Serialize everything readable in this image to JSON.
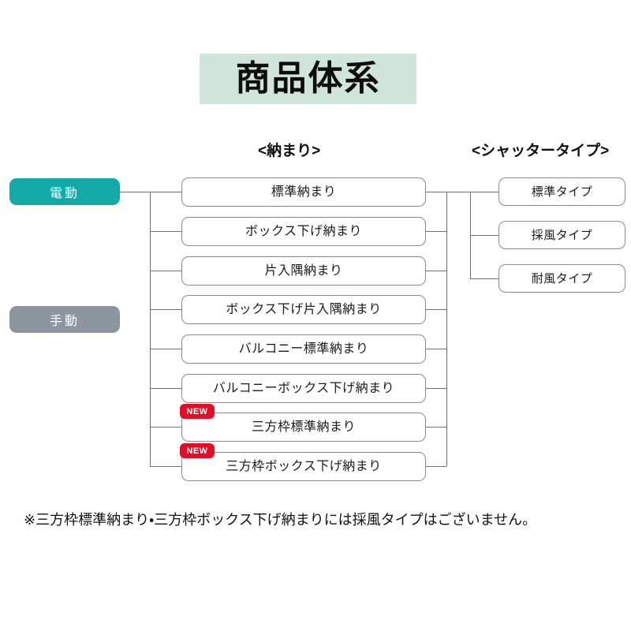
{
  "title": {
    "text": "商品体系"
  },
  "colors": {
    "title_banner_bg": "#cfe5da",
    "electric_pill": "#13a9a9",
    "manual_pill": "#8d959f",
    "new_badge": "#e10f25",
    "box_border": "#8a8a8a",
    "connector_line": "#6f6f6f",
    "background": "#ffffff",
    "text": "#111111"
  },
  "headers": {
    "osamari": "<納まり>",
    "shutter_type": "<シャッタータイプ>"
  },
  "drive_types": [
    {
      "id": "electric",
      "label": "電動",
      "color": "#13a9a9"
    },
    {
      "id": "manual",
      "label": "手動",
      "color": "#8d959f"
    }
  ],
  "osamari_items": [
    {
      "label": "標準納まり",
      "new": false,
      "badge": ""
    },
    {
      "label": "ボックス下げ納まり",
      "new": false,
      "badge": ""
    },
    {
      "label": "片入隅納まり",
      "new": false,
      "badge": ""
    },
    {
      "label": "ボックス下げ片入隅納まり",
      "new": false,
      "badge": ""
    },
    {
      "label": "バルコニー標準納まり",
      "new": false,
      "badge": ""
    },
    {
      "label": "バルコニーボックス下げ納まり",
      "new": false,
      "badge": ""
    },
    {
      "label": "三方枠標準納まり",
      "new": true,
      "badge": "NEW"
    },
    {
      "label": "三方枠ボックス下げ納まり",
      "new": true,
      "badge": "NEW"
    }
  ],
  "shutter_types": [
    {
      "label": "標準タイプ"
    },
    {
      "label": "採風タイプ"
    },
    {
      "label": "耐風タイプ"
    }
  ],
  "footnote": {
    "text": "※三方枠標準納まり・三方枠ボックス下げ納まりには採風タイプはございません。"
  }
}
